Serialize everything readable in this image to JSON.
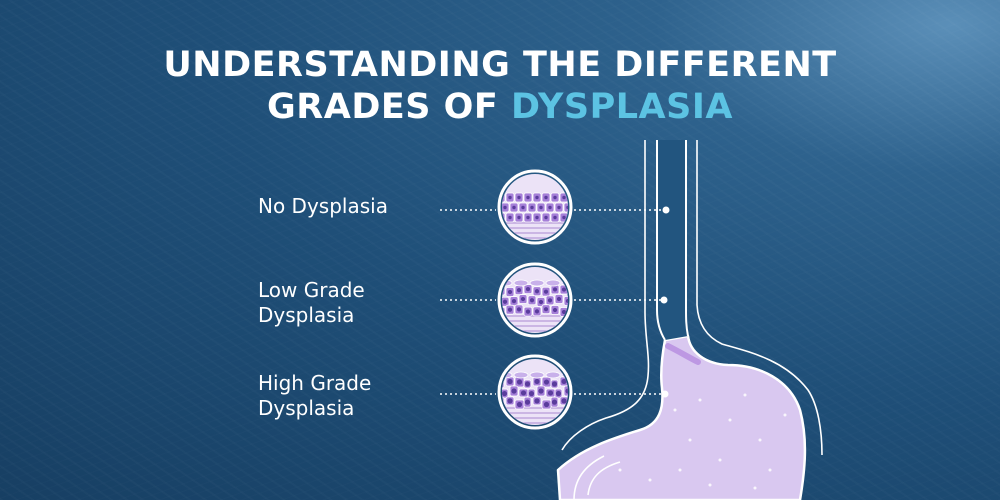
{
  "title": {
    "line1": "UNDERSTANDING THE DIFFERENT",
    "line2_prefix": "GRADES OF ",
    "line2_accent": "DYSPLASIA"
  },
  "grades": [
    {
      "line1": "No Dysplasia",
      "line2": ""
    },
    {
      "line1": "Low Grade",
      "line2": "Dysplasia"
    },
    {
      "line1": "High Grade",
      "line2": "Dysplasia"
    }
  ],
  "colors": {
    "accent": "#5cc3e3",
    "stomach_fill": "#d9c8f0",
    "cell_fill": "#a57fd8",
    "nucleus": "#5a3c9c"
  }
}
